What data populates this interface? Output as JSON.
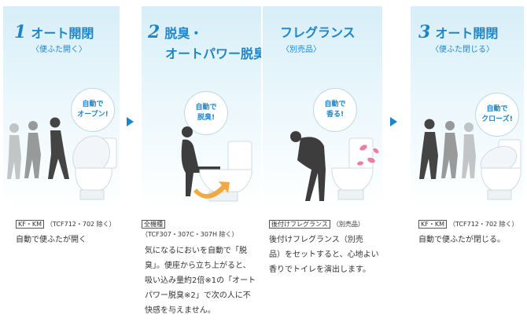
{
  "step1": {
    "number": "1",
    "title": "オート開閉",
    "subtitle": "〈便ふた開く〉",
    "bubble": "自動で\nオープン!",
    "tag_box": "KF・KM",
    "tag_note": "（TCF712・702 除く）",
    "description": [
      "自動で便ふたが開く"
    ]
  },
  "step2": {
    "number": "2",
    "title_line1": "脱臭・",
    "title_line2": "オートパワー脱臭",
    "bubble": "自動で\n脱臭!",
    "tag_box": "全機種",
    "tag_note": "（TCF307・307C・307H 除く）",
    "description": [
      "気になるにおいを自動で「脱",
      "臭」。便座から立ち上がると、",
      "吸い込み量約2倍※1の「オート",
      "パワー脱臭※2」で次の人に不",
      "快感を与えません。"
    ]
  },
  "step2b": {
    "title": "フレグランス",
    "subtitle": "〈別売品〉",
    "bubble": "自動で\n香る!",
    "tag_box": "後付けフレグランス",
    "tag_note": "（別売品）",
    "description": [
      "後付けフレグランス（別売",
      "品）をセットすると、心地よい",
      "香りでトイレを演出します。"
    ]
  },
  "step3": {
    "number": "3",
    "title": "オート開閉",
    "subtitle": "〈便ふた閉じる〉",
    "bubble": "自動で\nクローズ!",
    "tag_box": "KF・KM",
    "tag_note": "（TCF712・702 除く）",
    "description": [
      "自動で便ふたが閉じる。"
    ]
  },
  "colors": {
    "accent": "#1e86c8",
    "panel_top": "#d7eef8",
    "fragrance": "#f07ca0",
    "deodorize": "#f0a030"
  }
}
